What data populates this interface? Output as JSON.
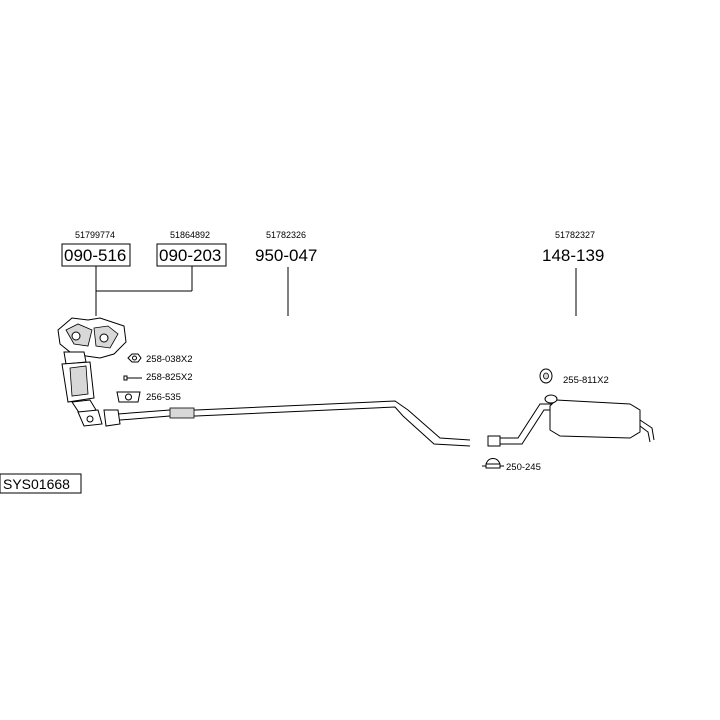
{
  "oem_numbers": [
    "51799774",
    "51864892",
    "51782326",
    "51782327"
  ],
  "part_codes": [
    "090-516",
    "090-203",
    "950-047",
    "148-139"
  ],
  "accessories": [
    "258-038X2",
    "258-825X2",
    "256-535",
    "255-811X2",
    "250-245"
  ],
  "system_code": "SYS01668"
}
